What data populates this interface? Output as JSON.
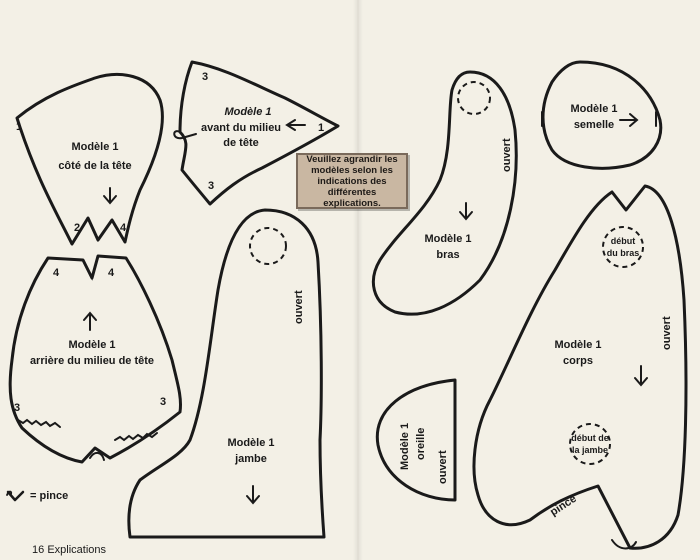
{
  "notice": {
    "text": "Veuillez agrandir les\nmodèles selon les\nindications des\ndifférentes explications."
  },
  "pieces": {
    "side_head": {
      "title": "Modèle 1",
      "subtitle": "côté de la tête",
      "points": [
        "1",
        "2",
        "4"
      ]
    },
    "front_head": {
      "title": "Modèle 1",
      "subtitle_1": "avant du milieu",
      "subtitle_2": "de tête",
      "points": [
        "3",
        "1",
        "3"
      ]
    },
    "back_head": {
      "title": "Modèle 1",
      "subtitle": "arrière du milieu de tête",
      "points": [
        "4",
        "4",
        "3",
        "3"
      ]
    },
    "leg": {
      "title": "Modèle 1",
      "subtitle": "jambe",
      "opening": "ouvert"
    },
    "arm": {
      "title": "Modèle 1",
      "subtitle": "bras",
      "opening": "ouvert"
    },
    "sole": {
      "title": "Modèle 1",
      "subtitle": "semelle"
    },
    "ear": {
      "title": "Modèle 1",
      "subtitle": "oreille",
      "opening": "ouvert"
    },
    "body": {
      "title": "Modèle 1",
      "subtitle": "corps",
      "opening": "ouvert",
      "dart_label": "pince",
      "arm_start_1": "début",
      "arm_start_2": "du bras",
      "leg_start_1": "début de",
      "leg_start_2": "la jambe"
    }
  },
  "legend": {
    "label": "= pince"
  },
  "footer": {
    "page_number": "16",
    "section": "Explications"
  }
}
